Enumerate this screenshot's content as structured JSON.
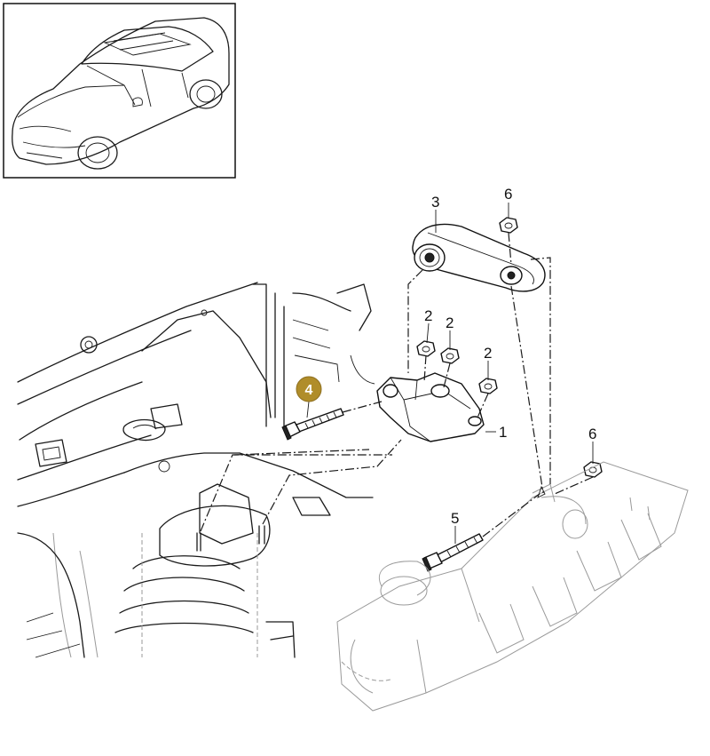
{
  "diagram": {
    "callouts": [
      {
        "id": "bracket",
        "label": "1"
      },
      {
        "id": "nut-a",
        "label": "2"
      },
      {
        "id": "nut-b",
        "label": "2"
      },
      {
        "id": "nut-c",
        "label": "2"
      },
      {
        "id": "mount-strut",
        "label": "3"
      },
      {
        "id": "bolt-long",
        "label": "4",
        "highlighted": true
      },
      {
        "id": "bolt-short",
        "label": "5"
      },
      {
        "id": "nut-top",
        "label": "6"
      },
      {
        "id": "nut-bottom",
        "label": "6"
      }
    ],
    "colors": {
      "line": "#1a1a1a",
      "highlight_fill": "#b08d2a",
      "highlight_text": "#ffffff",
      "background": "#ffffff"
    }
  }
}
